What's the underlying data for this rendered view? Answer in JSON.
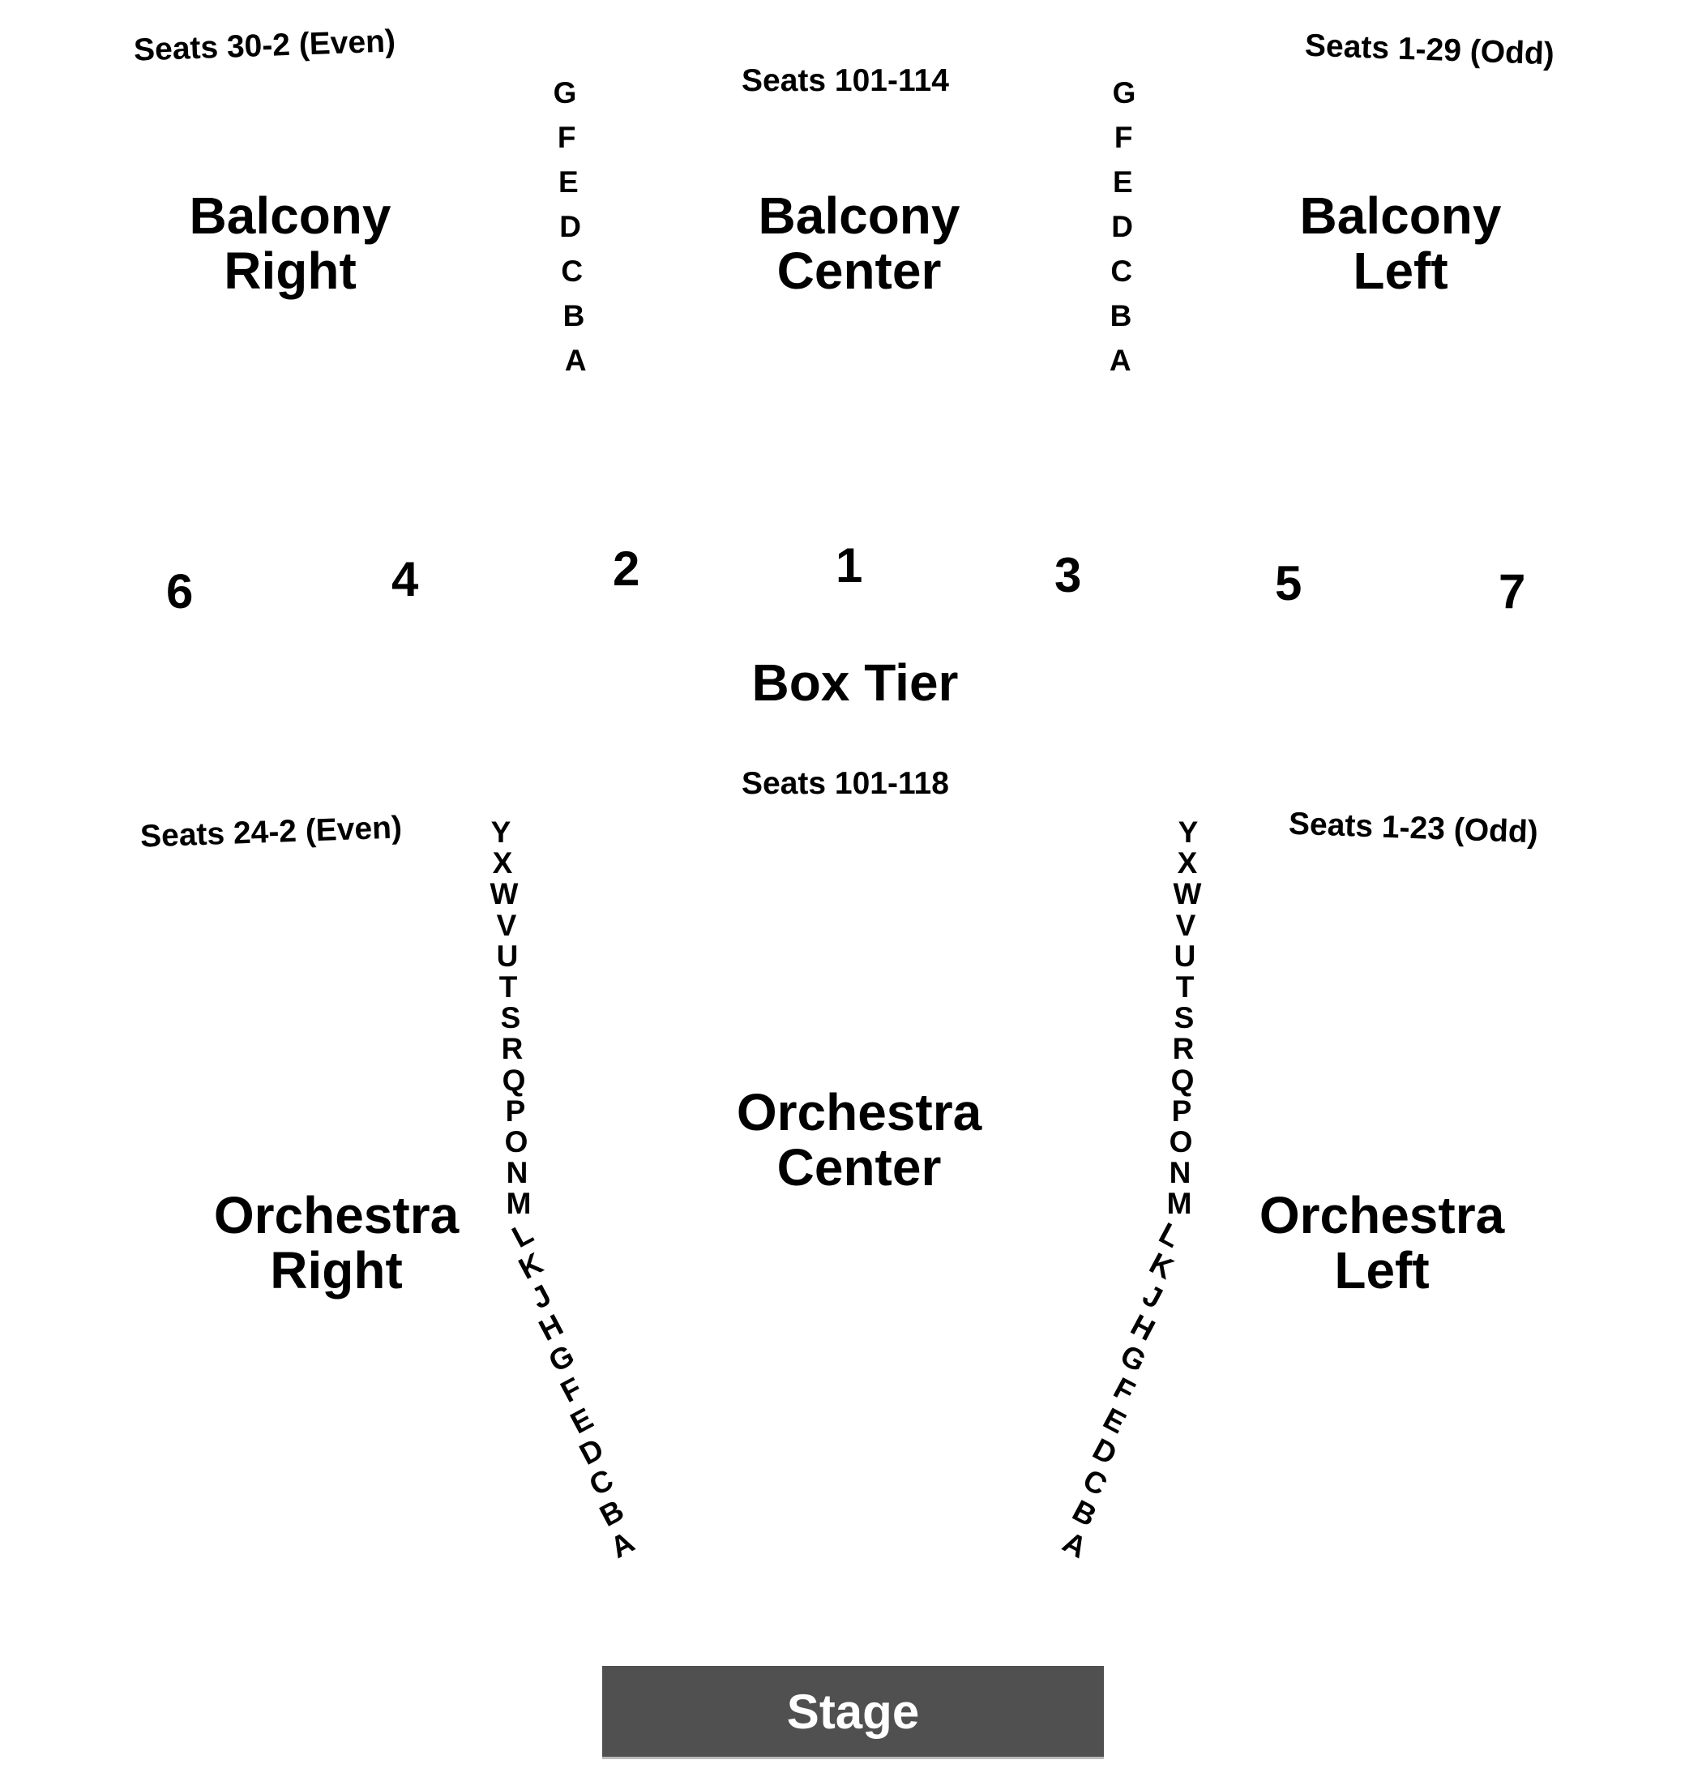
{
  "sections": {
    "balcony_right": {
      "line1": "Balcony",
      "line2": "Right"
    },
    "balcony_center": {
      "line1": "Balcony",
      "line2": "Center"
    },
    "balcony_left": {
      "line1": "Balcony",
      "line2": "Left"
    },
    "box_tier": "Box Tier",
    "orchestra_right": {
      "line1": "Orchestra",
      "line2": "Right"
    },
    "orchestra_center": {
      "line1": "Orchestra",
      "line2": "Center"
    },
    "orchestra_left": {
      "line1": "Orchestra",
      "line2": "Left"
    },
    "stage": "Stage"
  },
  "seat_labels": {
    "balcony_right": "Seats 30-2 (Even)",
    "balcony_center": "Seats 101-114",
    "balcony_left": "Seats 1-29 (Odd)",
    "orchestra_right": "Seats 24-2 (Even)",
    "orchestra_center": "Seats 101-118",
    "orchestra_left": "Seats 1-23 (Odd)"
  },
  "boxes": [
    "6",
    "4",
    "2",
    "1",
    "3",
    "5",
    "7"
  ],
  "balcony_rows": [
    "G",
    "F",
    "E",
    "D",
    "C",
    "B",
    "A"
  ],
  "orchestra_rows": [
    "Y",
    "X",
    "W",
    "V",
    "U",
    "T",
    "S",
    "R",
    "Q",
    "P",
    "O",
    "N",
    "M",
    "L",
    "K",
    "J",
    "H",
    "G",
    "F",
    "E",
    "D",
    "C",
    "B",
    "A"
  ],
  "colors": {
    "stage": "#505050",
    "stage_text": "#ffffff",
    "text": "#000000"
  }
}
